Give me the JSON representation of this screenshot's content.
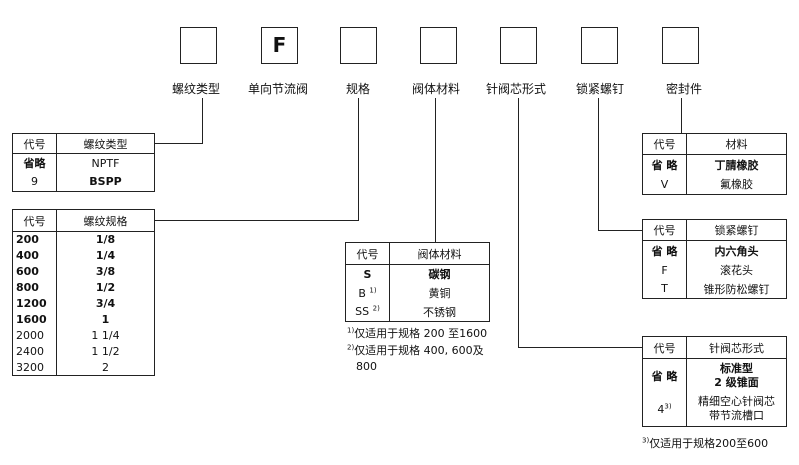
{
  "code_boxes": [
    "",
    "F",
    "",
    "",
    "",
    "",
    ""
  ],
  "captions": [
    "螺纹类型",
    "单向节流阀",
    "规格",
    "阀体材料",
    "针阀芯形式",
    "锁紧螺钉",
    "密封件"
  ],
  "thread_type": {
    "headers": [
      "代号",
      "螺纹类型"
    ],
    "rows": [
      [
        "省略",
        "NPTF"
      ],
      [
        "9",
        "BSPP"
      ]
    ]
  },
  "thread_size": {
    "headers": [
      "代号",
      "螺纹规格"
    ],
    "rows": [
      [
        "200",
        "1/8"
      ],
      [
        "400",
        "1/4"
      ],
      [
        "600",
        "3/8"
      ],
      [
        "800",
        "1/2"
      ],
      [
        "1200",
        "3/4"
      ],
      [
        "1600",
        "1"
      ],
      [
        "2000",
        "1 1/4"
      ],
      [
        "2400",
        "1 1/2"
      ],
      [
        "3200",
        "2"
      ]
    ]
  },
  "body_material": {
    "headers": [
      "代号",
      "阀体材料"
    ],
    "rows": [
      [
        "S",
        "碳钢"
      ],
      [
        "B",
        "黄铜"
      ],
      [
        "SS",
        "不锈钢"
      ]
    ],
    "row_marks": [
      "",
      "1)",
      "2)"
    ],
    "notes": [
      {
        "mark": "1)",
        "text": "仅适用于规格 200 至1600"
      },
      {
        "mark": "2)",
        "text": "仅适用于规格 400, 600及"
      },
      {
        "mark": "",
        "text": "800"
      }
    ]
  },
  "seal": {
    "headers": [
      "代号",
      "材料"
    ],
    "rows": [
      [
        "省 略",
        "丁腈橡胶"
      ],
      [
        "V",
        "氟橡胶"
      ]
    ]
  },
  "lock_screw": {
    "headers": [
      "代号",
      "锁紧螺钉"
    ],
    "rows": [
      [
        "省 略",
        "内六角头"
      ],
      [
        "F",
        "滚花头"
      ],
      [
        "T",
        "锥形防松螺钉"
      ]
    ]
  },
  "needle": {
    "headers": [
      "代号",
      "针阀芯形式"
    ],
    "rows": [
      {
        "code": "省 略",
        "desc": [
          "标准型",
          "2 级锥面"
        ]
      },
      {
        "code": "4",
        "mark": "3)",
        "desc": [
          "精细空心针阀芯",
          "带节流槽口"
        ]
      }
    ],
    "note": {
      "mark": "3)",
      "text": "仅适用于规格200至600"
    }
  }
}
